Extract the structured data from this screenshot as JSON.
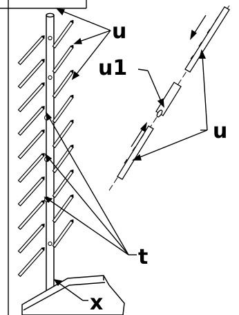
{
  "diagram": {
    "labels": {
      "u_top": "u",
      "u1": "u1",
      "u_right": "u",
      "t": "t",
      "x": "x"
    },
    "colors": {
      "ink": "#000000",
      "paper": "#ffffff"
    }
  }
}
